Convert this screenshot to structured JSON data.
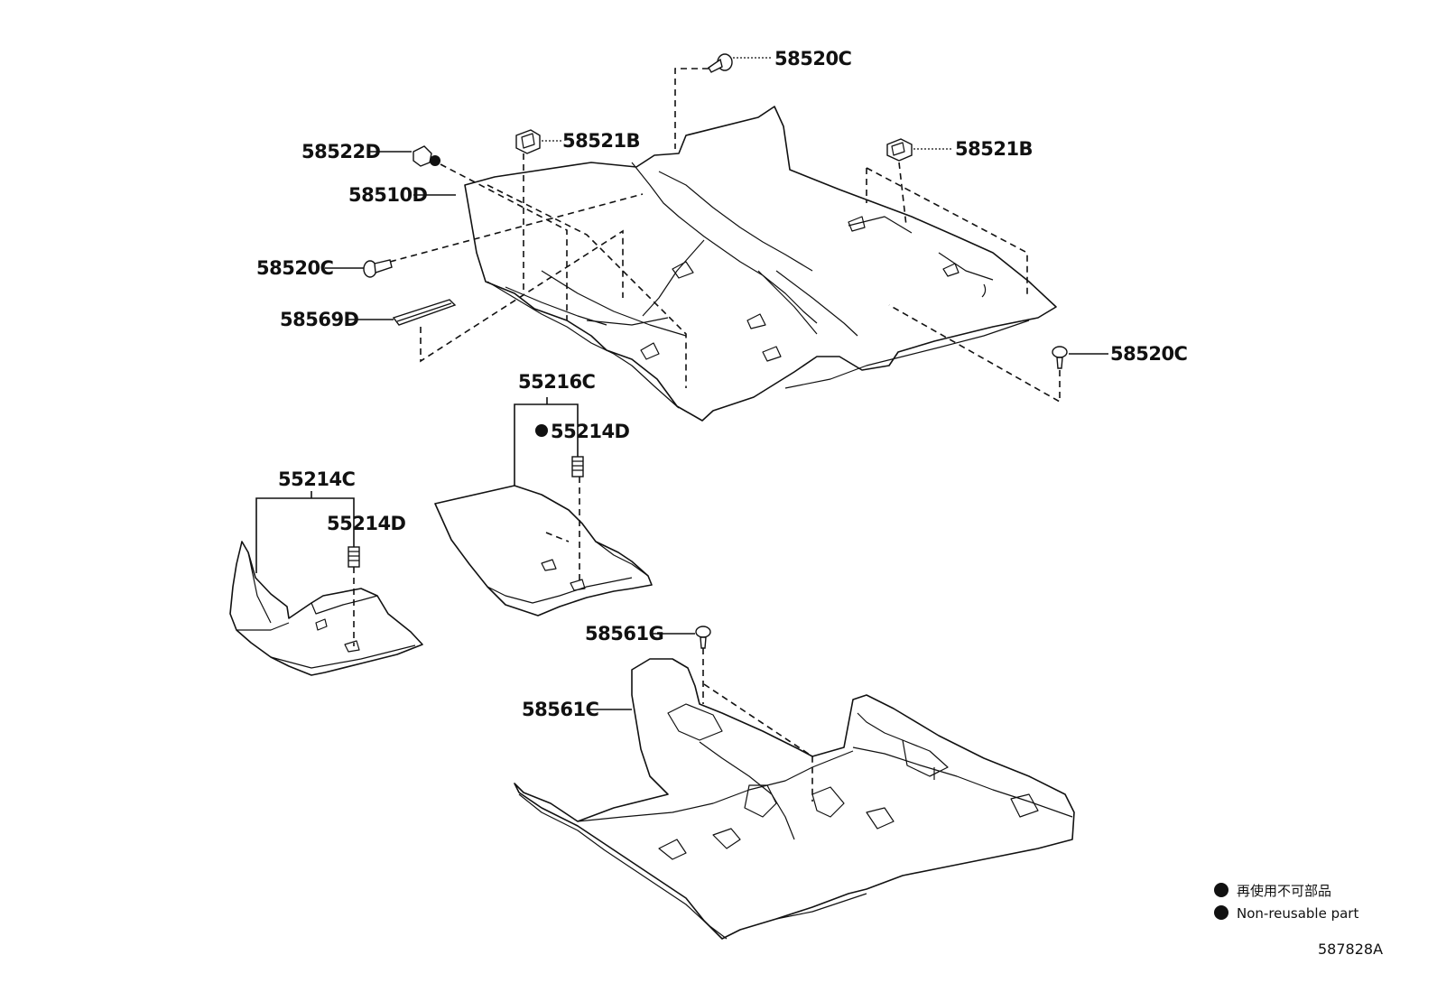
{
  "callouts": {
    "c_58520C_top": "58520C",
    "c_58521B_left": "58521B",
    "c_58521B_right": "58521B",
    "c_58522D": "58522D",
    "c_58510D": "58510D",
    "c_58520C_left": "58520C",
    "c_58569D": "58569D",
    "c_58520C_right": "58520C",
    "c_55216C": "55216C",
    "c_55214D_mid": "55214D",
    "c_55214C": "55214C",
    "c_55214D_left": "55214D",
    "c_58561G": "58561G",
    "c_58561C": "58561C"
  },
  "legend": {
    "japanese": "再使用不可部品",
    "english": "Non-reusable part"
  },
  "diagram_code": "587828A"
}
